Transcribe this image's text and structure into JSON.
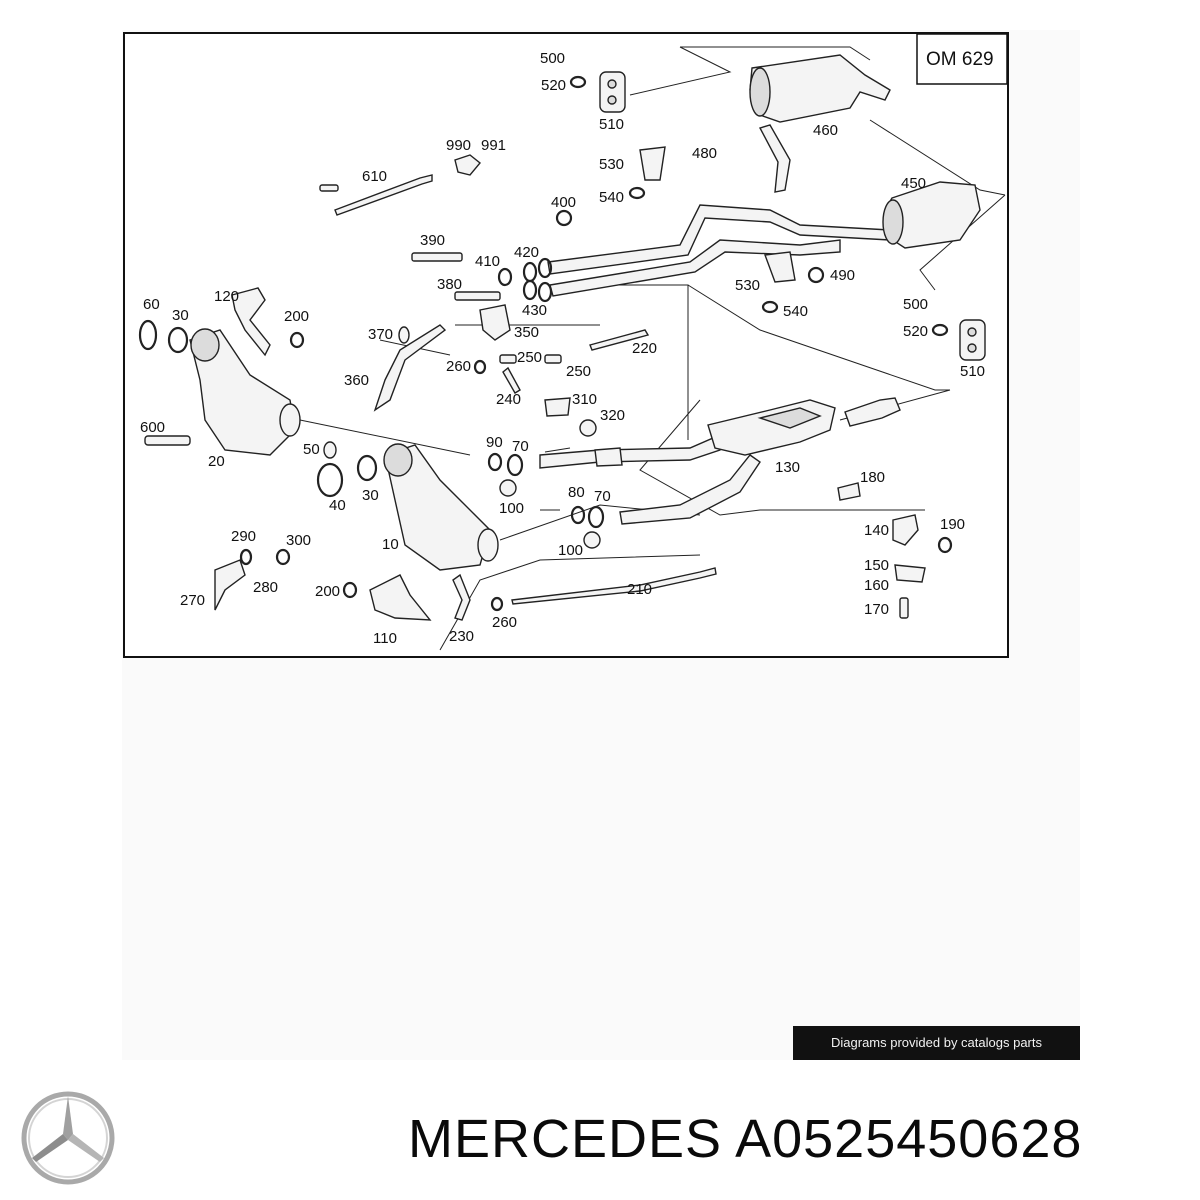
{
  "diagram": {
    "engine_box": "OM 629",
    "callouts": [
      "500",
      "520",
      "510",
      "990",
      "991",
      "610",
      "530",
      "480",
      "540",
      "460",
      "450",
      "400",
      "390",
      "410",
      "420",
      "380",
      "430",
      "490",
      "530",
      "540",
      "500",
      "520",
      "510",
      "60",
      "30",
      "120",
      "200",
      "370",
      "350",
      "260",
      "250",
      "220",
      "360",
      "250",
      "240",
      "310",
      "320",
      "600",
      "50",
      "90",
      "70",
      "20",
      "40",
      "30",
      "100",
      "130",
      "180",
      "80",
      "70",
      "140",
      "190",
      "10",
      "100",
      "150",
      "160",
      "290",
      "300",
      "280",
      "270",
      "200",
      "210",
      "170",
      "110",
      "230",
      "260"
    ]
  },
  "credit": "Diagrams provided by catalogs parts",
  "footer": {
    "brand": "MERCEDES",
    "part_number": "A0525450628"
  }
}
